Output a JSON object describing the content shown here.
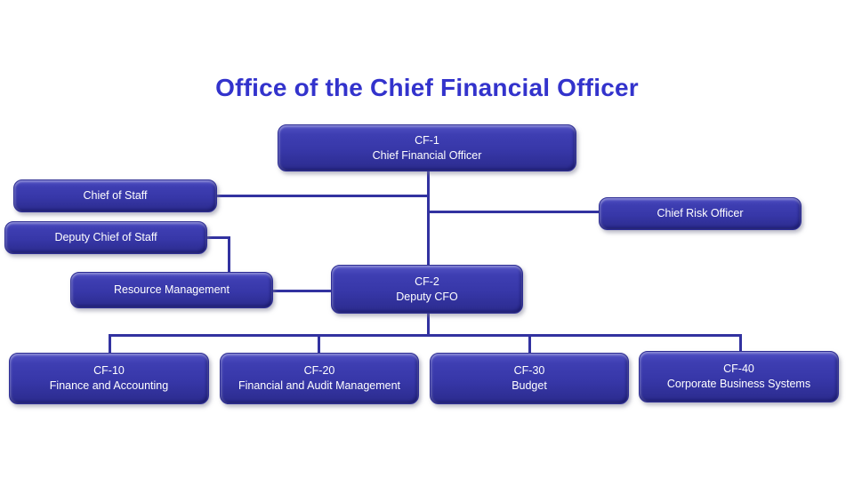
{
  "title": "Office of the Chief Financial Officer",
  "colors": {
    "title_text": "#3333CC",
    "box_fill": "#3737A8",
    "box_fill_highlight": "#5252C4",
    "box_fill_shadow": "#2B2B8C",
    "box_text": "#FFFFFF",
    "connector_line": "#3232A0",
    "background": "#FFFFFF"
  },
  "nodes": {
    "cf1": {
      "code": "CF-1",
      "title": "Chief Financial Officer"
    },
    "chief_of_staff": {
      "title": "Chief of Staff"
    },
    "chief_risk_officer": {
      "title": "Chief Risk Officer"
    },
    "deputy_chief_of_staff": {
      "title": "Deputy Chief of Staff"
    },
    "resource_management": {
      "title": "Resource Management"
    },
    "cf2": {
      "code": "CF-2",
      "title": "Deputy CFO"
    },
    "cf10": {
      "code": "CF-10",
      "title": "Finance and Accounting"
    },
    "cf20": {
      "code": "CF-20",
      "title": "Financial and Audit Management"
    },
    "cf30": {
      "code": "CF-30",
      "title": "Budget"
    },
    "cf40": {
      "code": "CF-40",
      "title": "Corporate Business Systems"
    }
  }
}
